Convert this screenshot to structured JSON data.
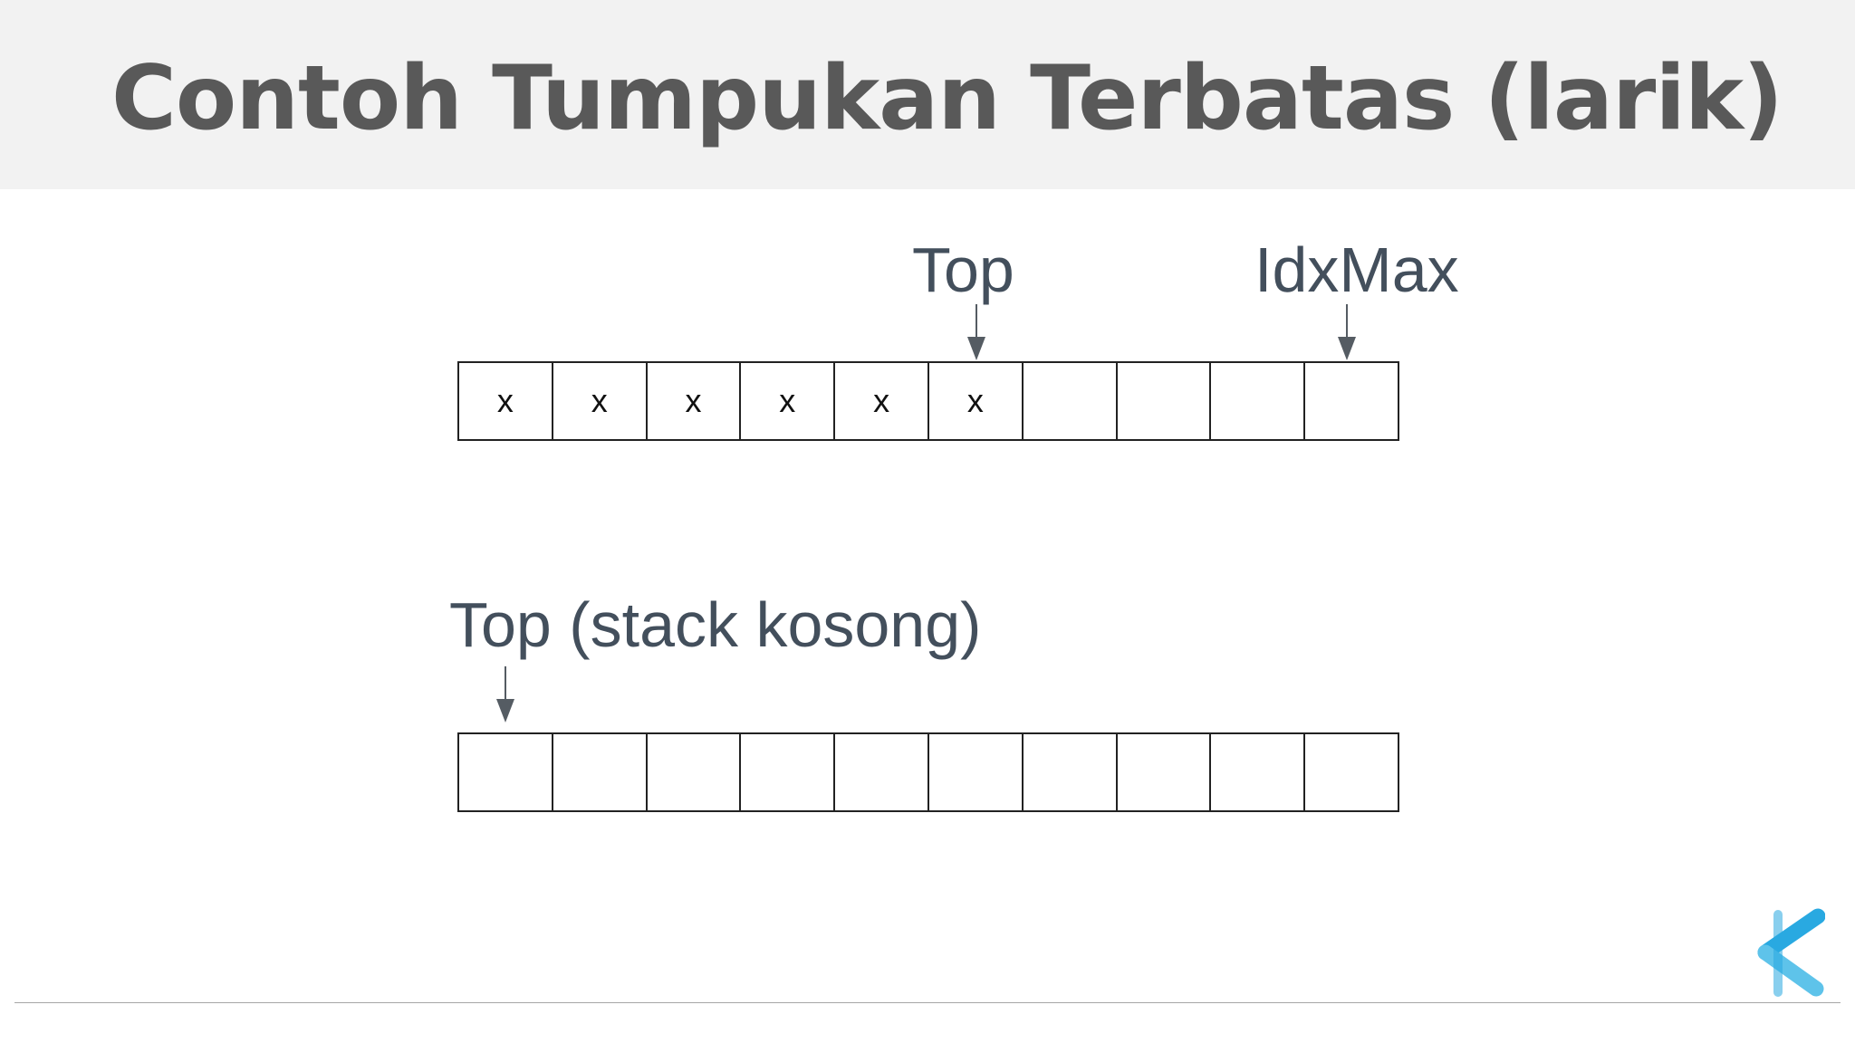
{
  "slide": {
    "title": "Contoh Tumpukan Terbatas (larik)"
  },
  "diagram": {
    "array_full": {
      "pointer_top_label": "Top",
      "pointer_idxmax_label": "IdxMax",
      "cells": [
        "x",
        "x",
        "x",
        "x",
        "x",
        "x",
        "",
        "",
        "",
        ""
      ]
    },
    "array_empty": {
      "pointer_top_label": "Top (stack kosong)",
      "cells": [
        "",
        "",
        "",
        "",
        "",
        "",
        "",
        "",
        "",
        ""
      ]
    }
  },
  "logo": {
    "icon": "chevron-logo-icon",
    "colors": [
      "#29a9e1",
      "#5ec3ea"
    ]
  }
}
